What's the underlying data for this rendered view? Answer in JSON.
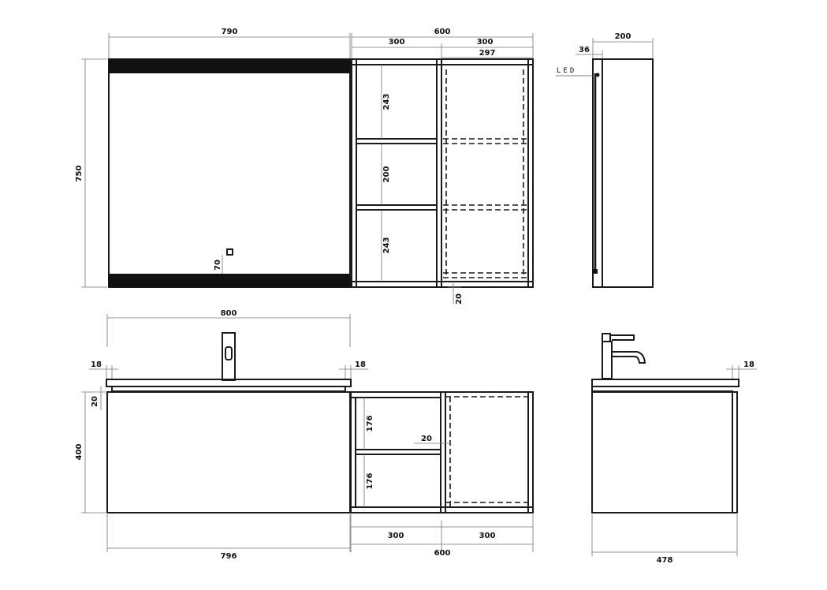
{
  "mirror_front": {
    "width": "790",
    "height": "750",
    "switch_offset": "70"
  },
  "mirror_shelves": {
    "total_width": "600",
    "left_width": "300",
    "right_width": "300",
    "inner_width": "297",
    "shelf_top": "243",
    "shelf_mid": "200",
    "shelf_bottom": "243",
    "board": "20"
  },
  "mirror_side": {
    "depth": "200",
    "offset": "36",
    "led_label": "LED"
  },
  "vanity_front": {
    "basin_width": "800",
    "overhang_left": "18",
    "overhang_right": "18",
    "top_thickness": "20",
    "height": "400",
    "cabinet_width": "796"
  },
  "vanity_shelves": {
    "total_width": "600",
    "left_width": "300",
    "right_width": "300",
    "shelf_top": "176",
    "shelf_bottom": "176",
    "board": "20"
  },
  "vanity_side": {
    "depth": "478",
    "overhang": "18"
  }
}
